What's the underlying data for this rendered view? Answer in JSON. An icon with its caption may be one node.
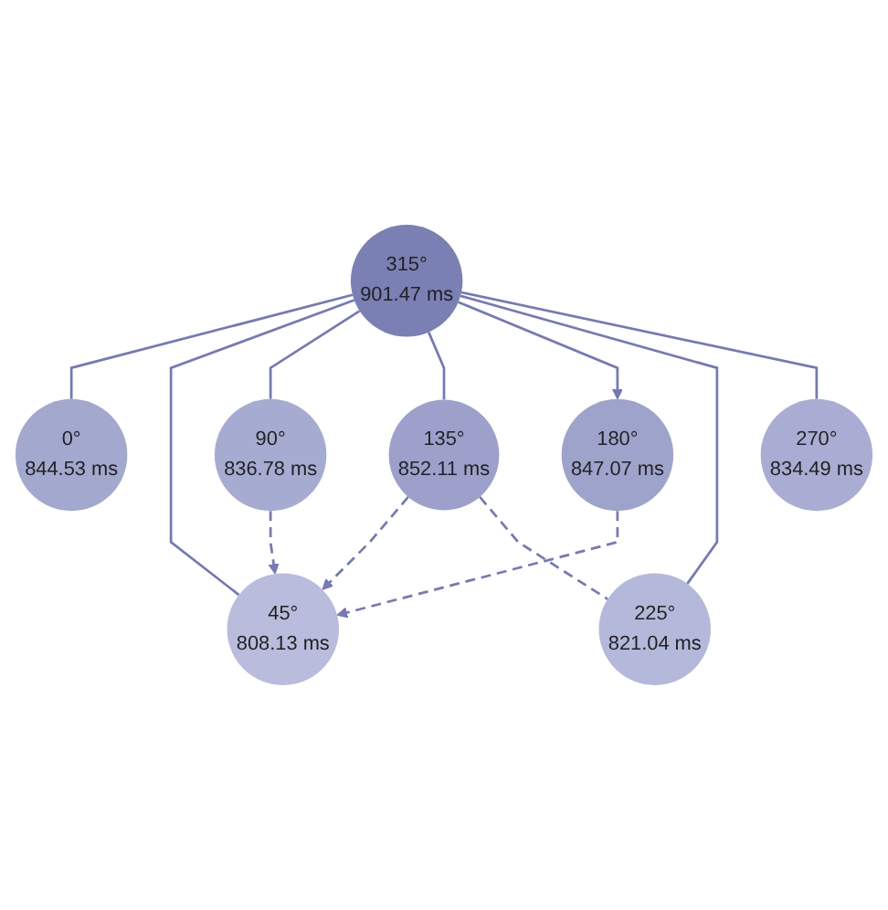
{
  "diagram": {
    "nodes": [
      {
        "text": [
          "90°",
          "836.78 ms"
        ]
      },
      {
        "text": [
          "135°",
          "852.11 ms"
        ]
      },
      {
        "text": [
          "45°",
          "808.13 ms"
        ]
      },
      {
        "text": [
          "180°",
          "847.07 ms"
        ]
      },
      {
        "text": [
          "0°",
          "844.53 ms"
        ]
      },
      {
        "text": [
          "225°",
          "821.04 ms"
        ]
      },
      {
        "text": [
          "315°",
          "901.47 ms"
        ]
      },
      {
        "text": [
          "270°",
          "834.49 ms"
        ]
      }
    ],
    "edges": [
      {
        "from": 6,
        "to": 4,
        "arrow": "none"
      },
      {
        "from": 6,
        "to": 2,
        "arrow": "none"
      },
      {
        "from": 6,
        "to": 0,
        "arrow": "none"
      },
      {
        "from": 6,
        "to": 1,
        "arrow": "none"
      },
      {
        "from": 6,
        "to": 3,
        "arrow": "to"
      },
      {
        "from": 6,
        "to": 5,
        "arrow": "none"
      },
      {
        "from": 6,
        "to": 7,
        "arrow": "none"
      },
      {
        "from": 1,
        "to": 2,
        "arrow": "to",
        "style": "dashed"
      },
      {
        "from": 0,
        "to": 2,
        "arrow": "to",
        "style": "dashed"
      },
      {
        "from": 3,
        "to": 2,
        "arrow": "to",
        "style": "dashed"
      },
      {
        "from": 1,
        "to": 5,
        "arrow": "none",
        "style": "dashed"
      }
    ]
  }
}
